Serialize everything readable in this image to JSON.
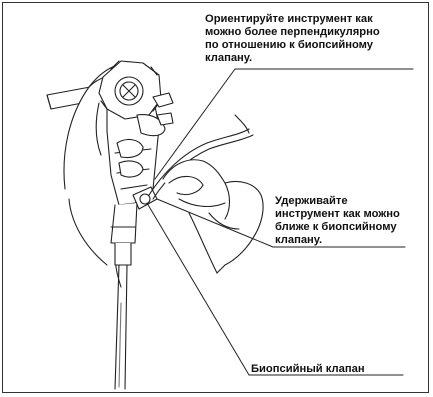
{
  "callouts": {
    "orient": "Ориентируйте инструмент как\nможно более перпендикулярно\nпо отношению к биопсийному\nклапану.",
    "hold": "Удерживайте\nинструмент как можно\nближе к биопсийному\nклапану.",
    "valve": "Биопсийный клапан"
  }
}
